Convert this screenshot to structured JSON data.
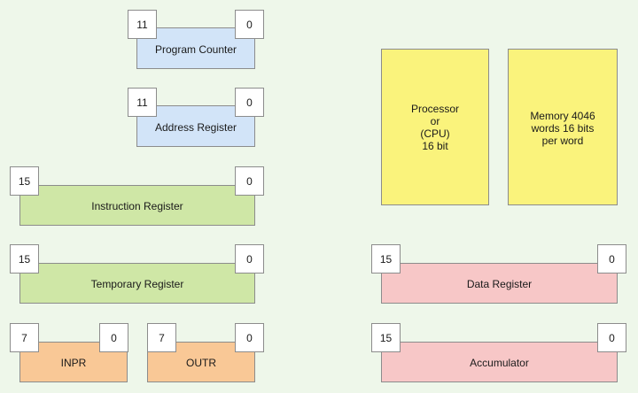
{
  "registers": {
    "program_counter": {
      "label": "Program Counter",
      "msb": "11",
      "lsb": "0"
    },
    "address_register": {
      "label": "Address Register",
      "msb": "11",
      "lsb": "0"
    },
    "instruction_register": {
      "label": "Instruction Register",
      "msb": "15",
      "lsb": "0"
    },
    "temporary_register": {
      "label": "Temporary Register",
      "msb": "15",
      "lsb": "0"
    },
    "inpr": {
      "label": "INPR",
      "msb": "7",
      "lsb": "0"
    },
    "outr": {
      "label": "OUTR",
      "msb": "7",
      "lsb": "0"
    },
    "data_register": {
      "label": "Data Register",
      "msb": "15",
      "lsb": "0"
    },
    "accumulator": {
      "label": "Accumulator",
      "msb": "15",
      "lsb": "0"
    }
  },
  "blocks": {
    "processor": {
      "label": "Processor\nor\n(CPU)\n16 bit"
    },
    "memory": {
      "label": "Memory 4046\nwords 16 bits\nper word"
    }
  },
  "colors": {
    "background": "#eef7ea",
    "blue": "#d2e4f8",
    "green": "#cfe7a6",
    "orange": "#f9c896",
    "pink": "#f7c7c7",
    "yellow": "#faf37c"
  }
}
